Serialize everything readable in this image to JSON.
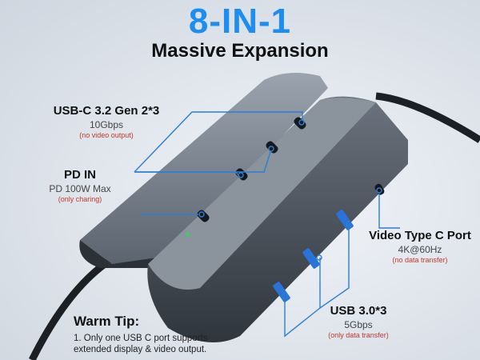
{
  "header": {
    "title": "8-IN-1",
    "subtitle": "Massive Expansion"
  },
  "labels": {
    "usbc": {
      "title": "USB-C 3.2 Gen 2*3",
      "spec": "10Gbps",
      "note": "(no video output)"
    },
    "pd": {
      "title": "PD IN",
      "spec": "PD 100W Max",
      "note": "(only charing)"
    },
    "video": {
      "title": "Video Type C Port",
      "spec": "4K@60Hz",
      "note": "(no data transfer)"
    },
    "usba": {
      "title": "USB 3.0*3",
      "spec": "5Gbps",
      "note": "(only data transfer)"
    }
  },
  "tip": {
    "title": "Warm Tip:",
    "body": "1. Only one USB C port supports extended display & video output."
  },
  "colors": {
    "accent": "#1d8ef0",
    "callout_line": "#2a7fd4",
    "note_red": "#c0392b",
    "usb_port_blue": "#2a73d9"
  }
}
